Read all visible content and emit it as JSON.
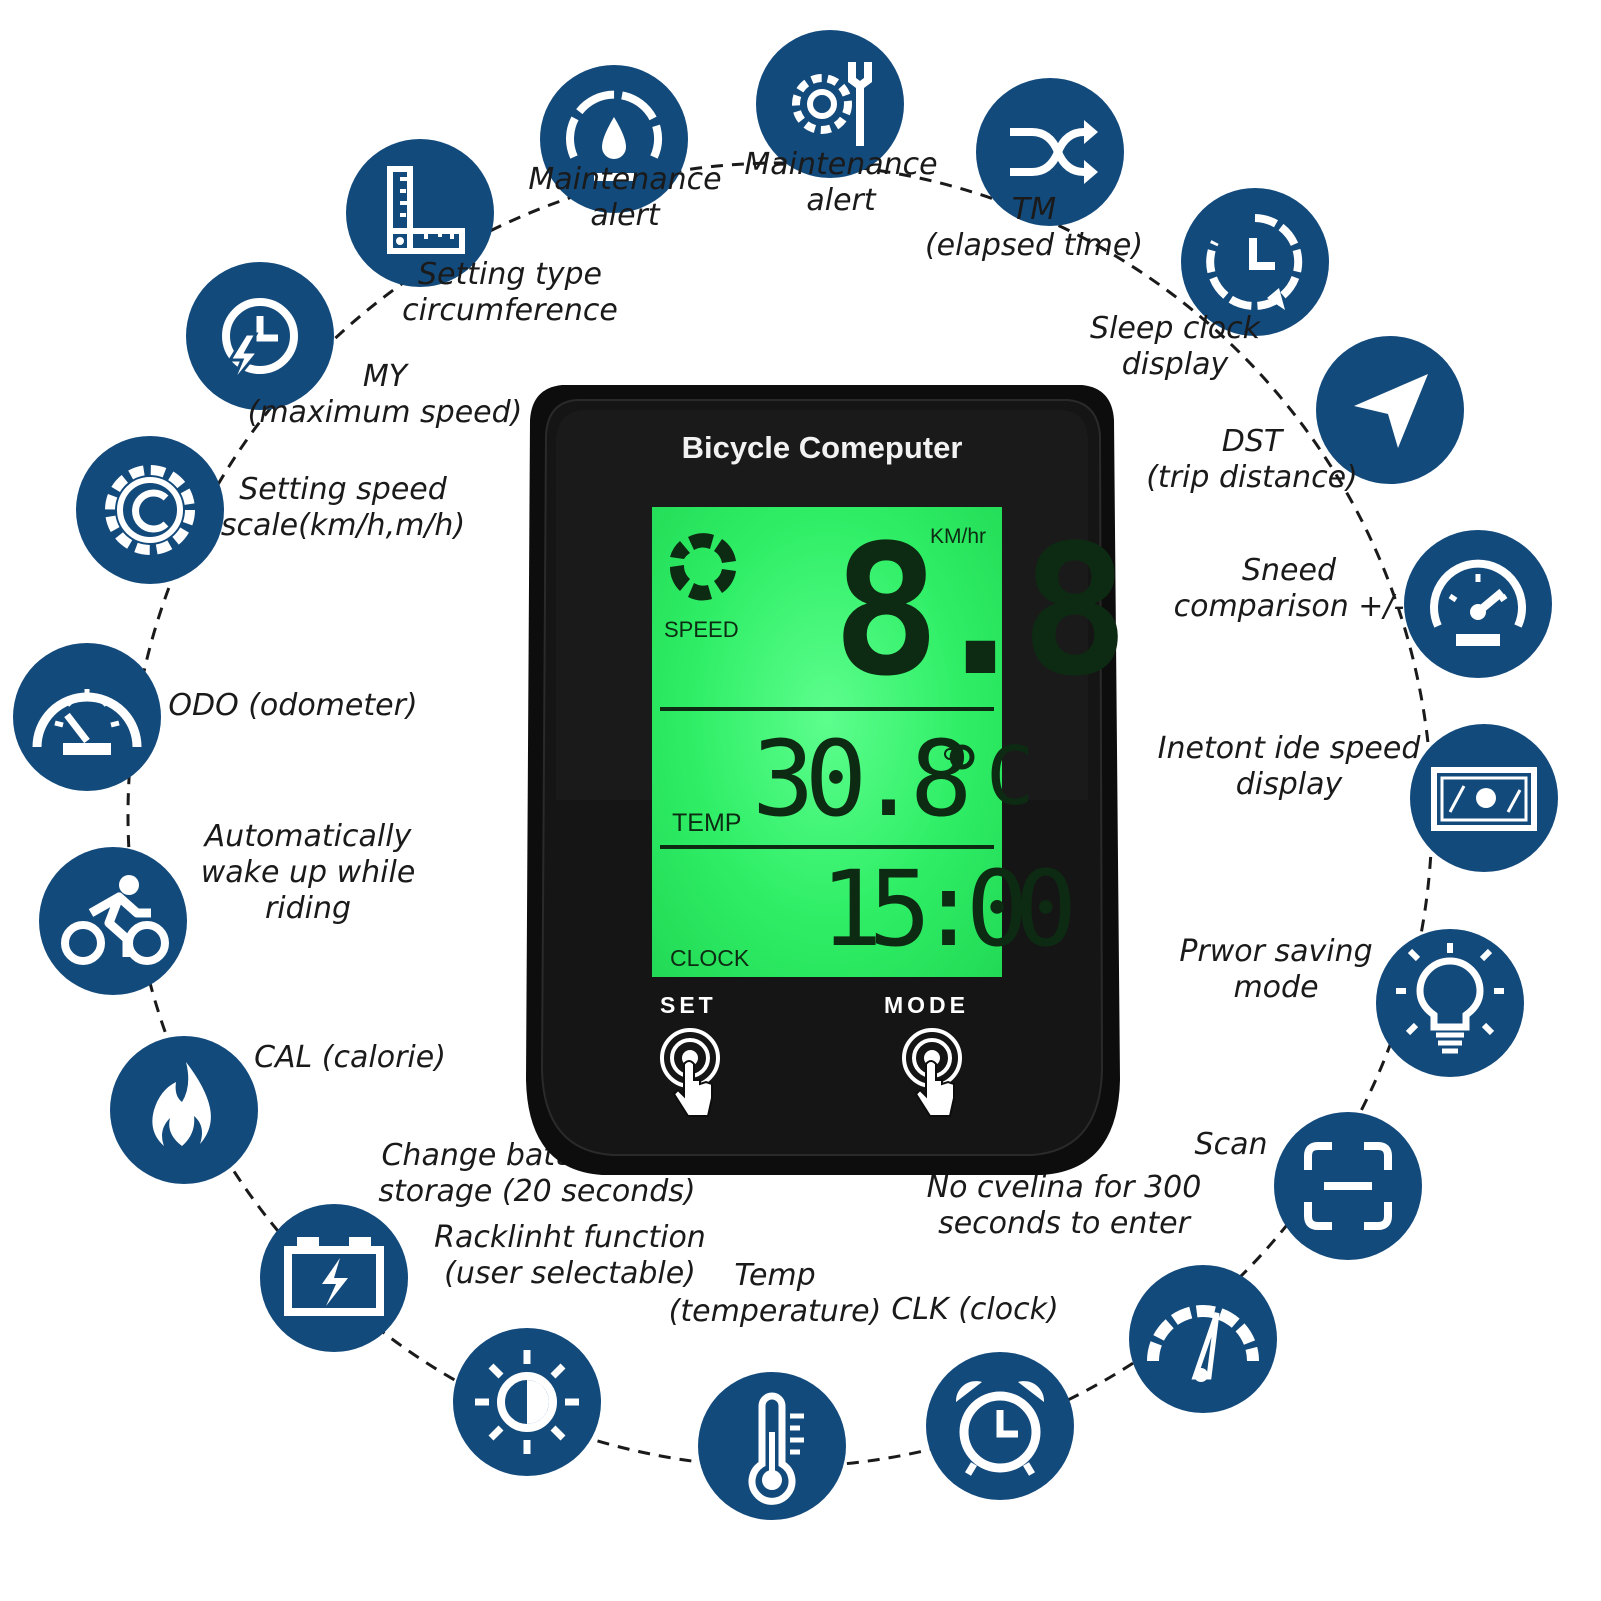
{
  "device": {
    "title": "Bicycle Comeputer",
    "speed_label": "SPEED",
    "speed_unit": "KM/hr",
    "speed_value": "8.8",
    "temp_label": "TEMP",
    "temp_value": "30.8",
    "temp_unit": "°C",
    "clock_label": "CLOCK",
    "clock_value": "15:00",
    "set_label": "SET",
    "mode_label": "MODE"
  },
  "features": [
    {
      "icon": "stopwatch-lightning-icon",
      "lines": [
        "MY",
        "(maximum speed)"
      ]
    },
    {
      "icon": "ruler-icon",
      "lines": [
        "Setting type",
        "circumference"
      ]
    },
    {
      "icon": "gauge-drop-icon",
      "lines": [
        "Maintenance",
        "alert"
      ]
    },
    {
      "icon": "gear-wrench-icon",
      "lines": [
        "Maintenance",
        "alert"
      ]
    },
    {
      "icon": "shuffle-arrows-icon",
      "lines": [
        "TM",
        "(elapsed time)"
      ]
    },
    {
      "icon": "clock-refresh-icon",
      "lines": [
        "Sleep clock",
        "display"
      ]
    },
    {
      "icon": "navigation-arrow-icon",
      "lines": [
        "DST",
        "(trip distance)"
      ]
    },
    {
      "icon": "speedometer-icon",
      "lines": [
        "Sneed",
        "comparison +/-"
      ]
    },
    {
      "icon": "screen-display-icon",
      "lines": [
        "Inetont ide speed",
        "display"
      ]
    },
    {
      "icon": "light-bulb-icon",
      "lines": [
        "Prwor saving",
        "mode"
      ]
    },
    {
      "icon": "scan-frame-icon",
      "lines": [
        "Scan"
      ]
    },
    {
      "icon": "speed-dial-icon",
      "lines": [
        "No cvelina for 300",
        "seconds to enter"
      ]
    },
    {
      "icon": "alarm-clock-icon",
      "lines": [
        "CLK (clock)"
      ]
    },
    {
      "icon": "thermometer-icon",
      "lines": [
        "Temp",
        "(temperature)"
      ]
    },
    {
      "icon": "brightness-sun-icon",
      "lines": [
        "Racklinht function",
        "(user selectable)"
      ]
    },
    {
      "icon": "battery-charge-icon",
      "lines": [
        "Change battery data",
        "storage (20 seconds)"
      ]
    },
    {
      "icon": "flame-icon",
      "lines": [
        "CAL (calorie)"
      ]
    },
    {
      "icon": "cyclist-icon",
      "lines": [
        "Automatically",
        "wake up while",
        "riding"
      ]
    },
    {
      "icon": "odometer-gauge-icon",
      "lines": [
        "ODO (odometer)"
      ]
    },
    {
      "icon": "gear-cog-icon",
      "lines": [
        "Setting speed",
        "scale(km/h,m/h)"
      ]
    }
  ],
  "colors": {
    "badge": "#134a7c",
    "lcd": "#31f26e",
    "device": "#0b0b0b"
  }
}
